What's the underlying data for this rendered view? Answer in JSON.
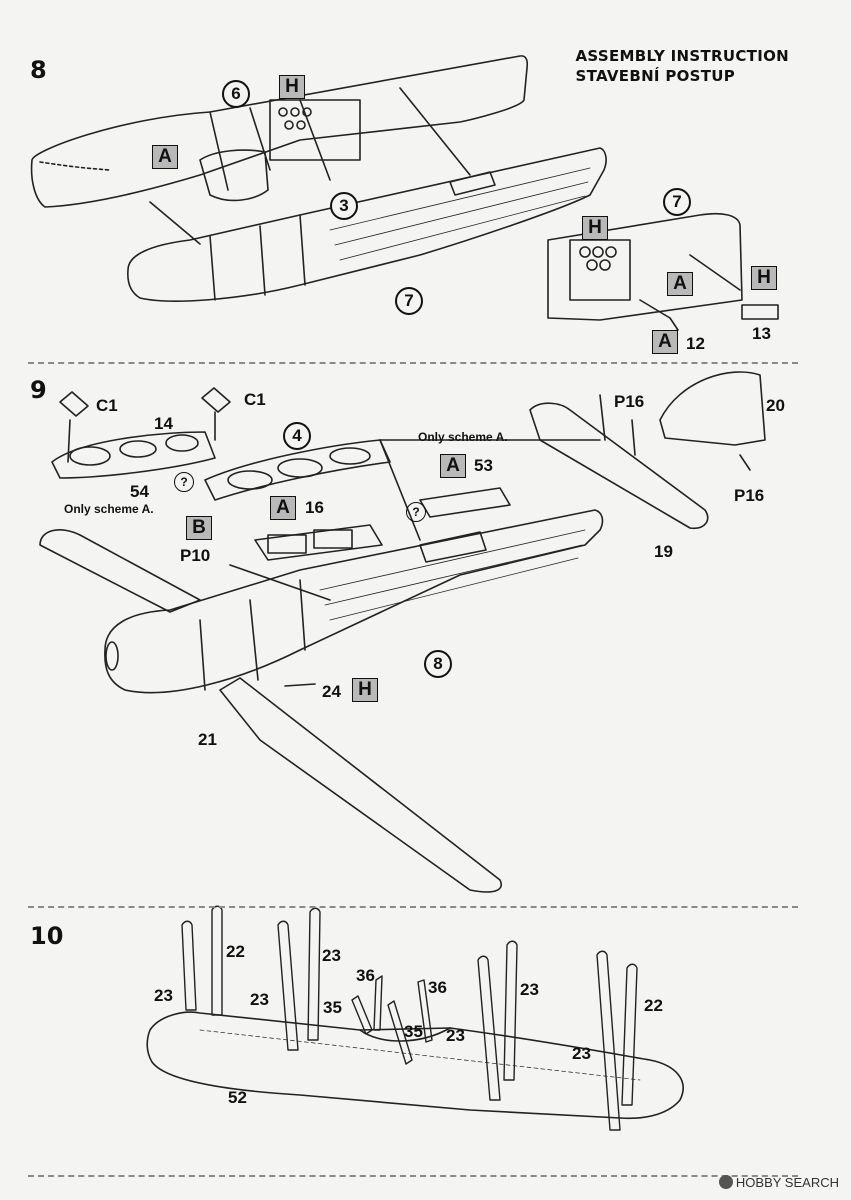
{
  "header": {
    "line1": "ASSEMBLY INSTRUCTION",
    "line2": "STAVEBNÍ POSTUP"
  },
  "steps": {
    "s8": "8",
    "s9": "9",
    "s10": "10"
  },
  "step8": {
    "code_a": "A",
    "code_h": "H",
    "circle_6": "6",
    "circle_3": "3",
    "circle_7": "7",
    "detail": {
      "circle_7": "7",
      "code_h1": "H",
      "code_a1": "A",
      "code_h2": "H",
      "code_a2": "A",
      "part_13": "13",
      "part_12": "12"
    }
  },
  "step9": {
    "c1_left": "C1",
    "c1_right": "C1",
    "part_14": "14",
    "part_54": "54",
    "only_scheme_left": "Only scheme A.",
    "circle_4": "4",
    "q1": "?",
    "q2": "?",
    "code_b": "B",
    "p10": "P10",
    "code_a16": "A",
    "part_16": "16",
    "only_scheme_right": "Only scheme A.",
    "code_a53": "A",
    "part_53": "53",
    "p16_top": "P16",
    "part_20": "20",
    "p16_bottom": "P16",
    "part_19": "19",
    "circle_8": "8",
    "part_24": "24",
    "code_h24": "H",
    "part_21": "21"
  },
  "step10": {
    "l22a": "22",
    "l23a": "23",
    "l23b": "23",
    "l23c": "23",
    "l36a": "36",
    "l35a": "35",
    "l36b": "36",
    "l35b": "35",
    "l23d": "23",
    "l23e": "23",
    "l22b": "22",
    "l23f": "23",
    "l52": "52"
  },
  "watermark": "HOBBY SEARCH"
}
